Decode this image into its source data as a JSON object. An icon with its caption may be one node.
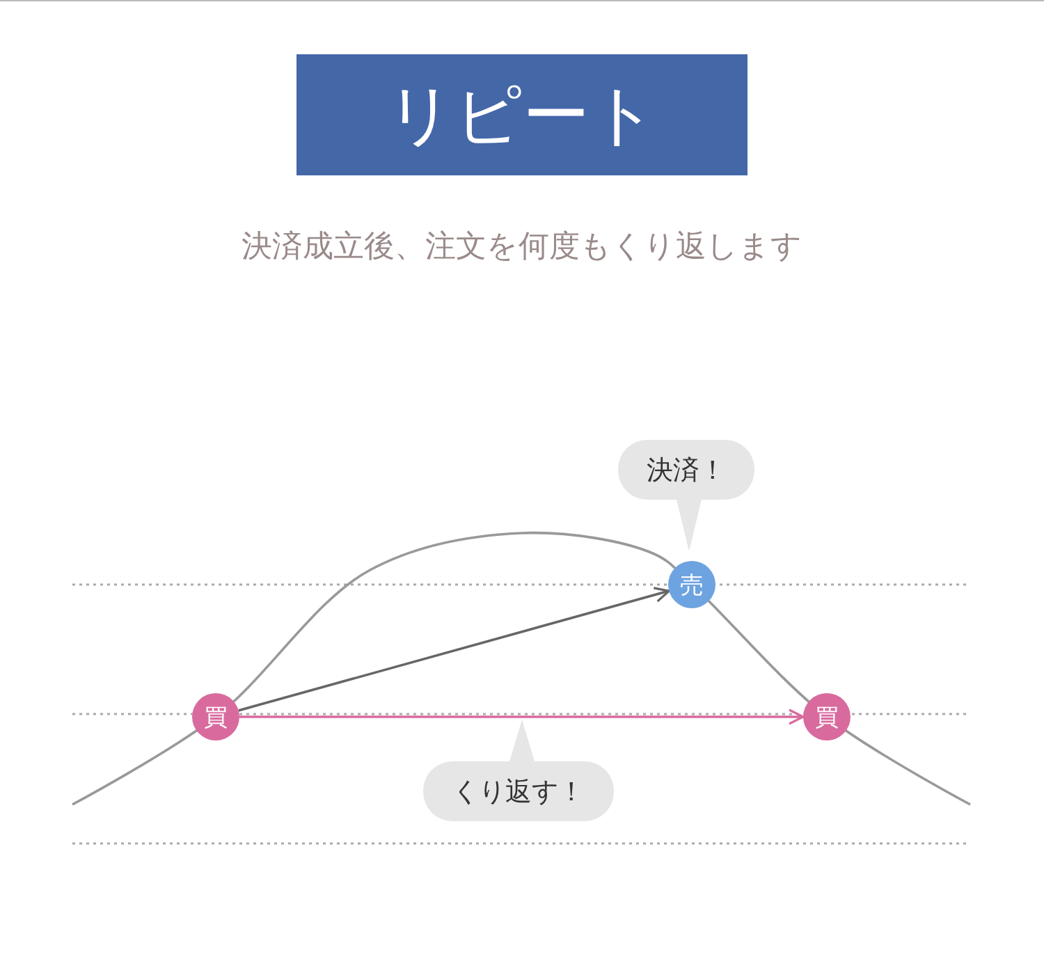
{
  "diagram": {
    "title": "リピート",
    "nodes": [
      {
        "text": [
          "買"
        ]
      },
      {
        "text": [
          "売"
        ]
      },
      {
        "text": [
          "買"
        ]
      },
      {
        "text": [
          "決済！"
        ]
      },
      {
        "text": [
          "くり返す！"
        ]
      }
    ],
    "edges": [
      {
        "from": 0,
        "to": 1,
        "arrow": "to"
      },
      {
        "from": 0,
        "to": 2,
        "arrow": "to",
        "color": "#d96a9e"
      }
    ],
    "labels": [
      "決済成立後、注文を何度もくり返します"
    ]
  }
}
